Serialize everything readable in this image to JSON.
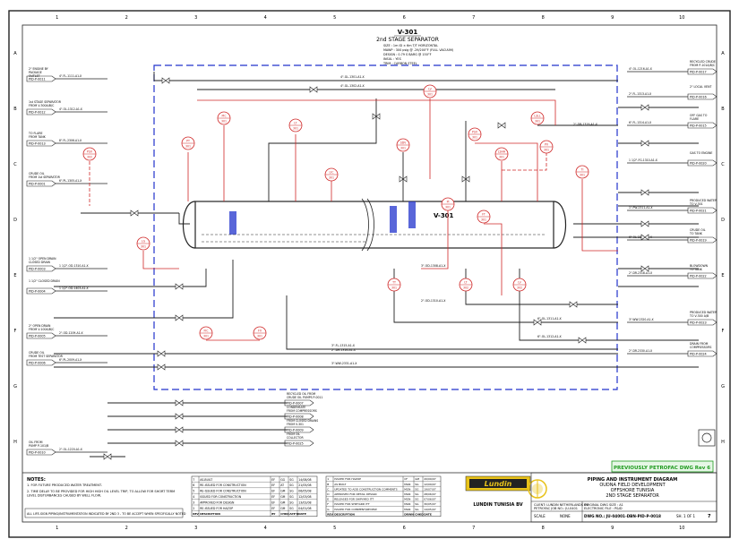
{
  "vessel": {
    "tag": "V-301",
    "name": "2nd STAGE SEPARATOR",
    "specs": [
      "SIZE : 1m ID × 6m T/T HORIZONTAL",
      "MAWP : 300 psig @ -29/200°F (FULL VACUUM)",
      "DESIGN : 0.79 S BARG @ 150°F",
      "INSUL : YES",
      "TRIM : CARBON STEEL"
    ],
    "inline_label": "V-301"
  },
  "grid": {
    "cols": [
      "1",
      "2",
      "3",
      "4",
      "5",
      "6",
      "7",
      "8",
      "9",
      "10"
    ],
    "rows": [
      "A",
      "B",
      "C",
      "D",
      "E",
      "F",
      "G",
      "H"
    ]
  },
  "left_connections": [
    {
      "tag": "PID-P-0011",
      "text": "2\" ENGINE BY\nPACKAGE\nOUTLET",
      "line": "4\"-FL-1111-A1-X"
    },
    {
      "tag": "PID-P-0012",
      "text": "1st STAGE SEPARATOR\nFROM V-300A/B/C",
      "line": "4\"-OL-1312-A1-X"
    },
    {
      "tag": "PID-P-0013",
      "text": "TO FLARE\nFROM TANK",
      "line": "8\"-FL-2306-A1-X"
    },
    {
      "tag": "PID-P-0001",
      "text": "CRUDE OIL\nFROM 1st SEPARATOR",
      "line": "6\"-PL-1305-A1-X"
    },
    {
      "tag": "PID-P-0003",
      "text": "1 1/2\" OPEN DRAIN\nCLOSED DRAIN",
      "line": "1 1/2\"-OD-1310-A1-X"
    },
    {
      "tag": "PID-P-0004",
      "text": "1 1/2\" CLOSED DRAIN",
      "line": "1 1/2\"-OD-1403-A1-X"
    },
    {
      "tag": "PID-P-0005",
      "text": "2\" OPEN DRAIN\nFROM V-100A/B/C",
      "line": "2\"-OD-1209-A1-X"
    },
    {
      "tag": "PID-P-0006",
      "text": "CRUDE OIL\nFROM TEST SEPARATOR",
      "line": "6\"-PL-2009-A1-X"
    },
    {
      "tag": "PID-P-0010",
      "text": "OIL FROM\nPUMP P-101/B",
      "line": "2\"-OL-1220-A1-X"
    }
  ],
  "right_connections": [
    {
      "tag": "PID-P-0017",
      "text": "RECYCLED CRUDE\nFROM P-101A/B/C",
      "line": "4\"-OL-1216-A1-X"
    },
    {
      "tag": "PID-P-0016",
      "text": "2\" LOCAL VENT",
      "line": "2\"-FL-1313-A1-X"
    },
    {
      "tag": "PID-P-0015",
      "text": "OFF GAS TO\nFLARE",
      "line": "6\"-FL-1314-A1-X"
    },
    {
      "tag": "PID-P-0020",
      "text": "GAS TO ENGINE",
      "line": "1 1/2\"-FG-1310-A1-X"
    },
    {
      "tag": "PID-P-0021",
      "text": "PRODUCED WATER\nTO V-301",
      "line": "1\"-PW-2311-A1-X"
    },
    {
      "tag": "PID-P-0019",
      "text": "CRUDE OIL\nTO TANK",
      "line": "6\"-OL-2321-A1-X"
    },
    {
      "tag": "PID-P-0022",
      "text": "BLOWDOWN\nTO TANK",
      "line": "2\"-DR-2318-A1-X"
    },
    {
      "tag": "PID-P-0023",
      "text": "PRODUCED WATER\nTO V-300 A/B",
      "line": "3\"-WW-2320-A1-X"
    },
    {
      "tag": "PID-P-0024",
      "text": "DRAIN FROM\nCOMPRESSORS",
      "line": "2\"-DR-2330-A1-X"
    }
  ],
  "bottom_connections": [
    {
      "tag": "PID-P-0007",
      "text": "RECYCLED OIL FROM\nCRUDE OIL PUMPS P-0011"
    },
    {
      "tag": "PID-P-0008",
      "text": "CONDENSATE\nFROM COMPRESSORS"
    },
    {
      "tag": "PID-P-0009",
      "text": "FROM CLOSED DRAINS\nFROM V-301"
    },
    {
      "tag": "PID-P-0025",
      "text": "FROM OIL\nCOLLECTOR"
    }
  ],
  "instrument_tags": [
    "PT\n301",
    "PIC\n301",
    "LT\n301",
    "LIC\n301",
    "LV\n301",
    "PSV\n301",
    "LSHH\n301",
    "LSLL\n301",
    "TI\n301",
    "PI\n301",
    "FT\n301",
    "FIC\n301",
    "FV\n301",
    "LG\n301",
    "PV\n301",
    "TT\n301",
    "LT\n302",
    "LV\n302",
    "PSV\n302",
    "SDV\n301"
  ],
  "line_labels": [
    "4\"-GL-1301-A1-X",
    "4\"-GL-1302-A1-X",
    "3\"-OD-1308-A1-X",
    "2\"-OD-1310-A1-X",
    "6\"-OL-1311-A1-X",
    "6\"-OL-1312-A1-X",
    "3\"-FL-1315-A1-X",
    "2\"-DR-1316-A1-X",
    "3\"-WW-2331-A1-X",
    "2\"-DR-1319-A1-X"
  ],
  "notes": {
    "heading": "NOTES:",
    "items": [
      "1. FOR FUTURE PRODUCED WATER TREATMENT.",
      "2. TIME DELAY TO BE PROVIDED FOR HIGH HIGH OIL LEVEL TRIP, TO ALLOW FOR SHORT TERM LEVEL DISTURBANCES CAUSED BY WELL FLOW."
    ],
    "bottom_note": "ALL LIFE-SIGN PIPING/INSTRUMENTATION INDICATED BY 2ND 3 - TO BE ACCEPT WHEN SPECIFICALLY NOTED"
  },
  "revisions_left": {
    "header": [
      "REV",
      "DESCRIPTION",
      "BY",
      "CHKD",
      "APP'D",
      "DATE"
    ],
    "rows": [
      [
        "7",
        "AS-BUILT",
        "EF",
        "GG",
        "SG",
        "14/08/08"
      ],
      [
        "6",
        "RE-ISSUED FOR CONSTRUCTION",
        "EF",
        "AT",
        "SG",
        "21/05/08"
      ],
      [
        "5",
        "RE-ISSUED FOR CONSTRUCTION",
        "EF",
        "GM",
        "SG",
        "06/05/08"
      ],
      [
        "4",
        "ISSUED FOR CONSTRUCTION",
        "EF",
        "GM",
        "SG",
        "12/03/08"
      ],
      [
        "3",
        "APPROVED FOR DESIGN",
        "EF",
        "GM",
        "SG",
        "13/02/08"
      ],
      [
        "2",
        "RE-ISSUED FOR HAZOP",
        "EF",
        "GM",
        "SG",
        "04/01/08"
      ]
    ]
  },
  "revisions_right": {
    "header": [
      "REV",
      "DESCRIPTION",
      "DRWN",
      "CHKD",
      "DATE"
    ],
    "rows": [
      [
        "1",
        "ISSUED FOR HAZOP",
        "CF",
        "GM",
        "20/09/07"
      ],
      [
        "B",
        "AS BUILT",
        "MGN",
        "SG",
        "12/09/07"
      ],
      [
        "C",
        "UPDATED TO ADD CONSTRUCTION COMMENTS",
        "MGN",
        "SG",
        "19/07/07"
      ],
      [
        "D",
        "APPROVED FOR DETAIL DESIGN",
        "MGN",
        "SG",
        "28/06/07"
      ],
      [
        "E",
        "RELEASED FOR SHIPYARD ITT",
        "MGN",
        "SG",
        "07/06/07"
      ],
      [
        "F",
        "ISSUED FOR SHIPYARD ITT",
        "MGN",
        "SG",
        "30/05/07"
      ],
      [
        "G",
        "ISSUED FOR COMMENT/REVIEW",
        "MGN",
        "SG",
        "14/05/07"
      ]
    ]
  },
  "title_block": {
    "title_lines": [
      "PIPING AND INSTRUMENT DIAGRAM",
      "OUDNA FIELD DEVELOPMENT",
      "OFFSHORE TUNISIA",
      "2ND STAGE SEPARATOR"
    ],
    "company": "LUNDIN TUNISIA BV",
    "logo_text": "Lundin",
    "stamp": "PREVIOUSLY PETROFAC DWG  Rev 6",
    "client_label": "CLIENT: LUNDIN NETHERLANDS BV",
    "petrofac_job": "PETROFAC JOB NO.: JU-0401",
    "original_scale": "ORIGINAL DWG SIZE : A1",
    "electronic_file": "ELECTRONIC FILE : P&ID",
    "scale_label": "SCALE",
    "scale_value": "NONE",
    "dwg_no": "DWG NO.: JU-04001-DBN-PID-P-0018",
    "sheet": "SH. 1 OF 1",
    "rev": "7"
  },
  "colors": {
    "line": "#222222",
    "red": "#d02828",
    "blue": "#2233cc",
    "stamp_green": "#1e9a1e",
    "stamp_bg": "#e6f7e6"
  }
}
